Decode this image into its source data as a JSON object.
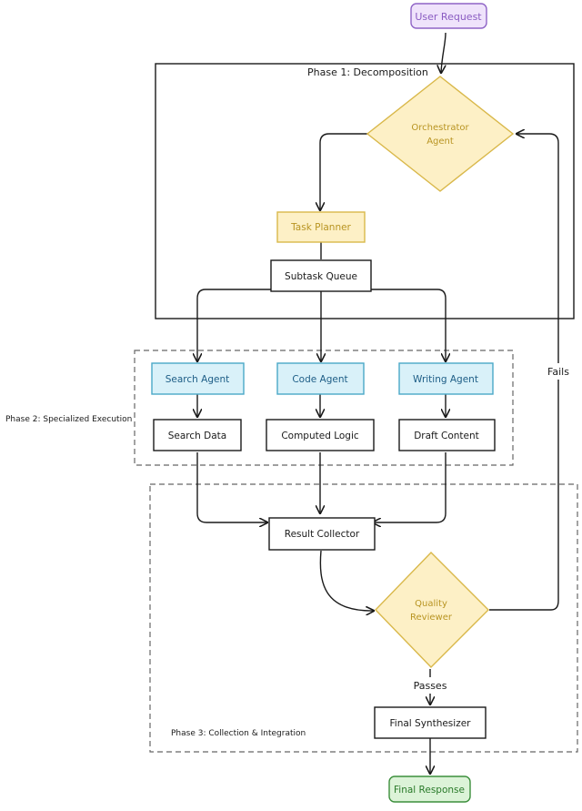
{
  "colors": {
    "purple_fill": "#efe3fb",
    "purple_stroke": "#8f64c6",
    "purple_text": "#8a5cc2",
    "gold_fill": "#fdf0c6",
    "gold_stroke": "#d9b84a",
    "gold_text": "#b89422",
    "blue_fill": "#d9f1f9",
    "blue_stroke": "#4aa8c8",
    "blue_text": "#1d5d86",
    "green_fill": "#dcf3d8",
    "green_stroke": "#3c8f3c",
    "green_text": "#2a7a2a",
    "ink": "#1a1a1a"
  },
  "phases": {
    "phase1": "Phase 1: Decomposition",
    "phase2": "Phase 2: Specialized Execution",
    "phase3": "Phase 3: Collection & Integration"
  },
  "nodes": {
    "user_request": "User Request",
    "orchestrator": [
      "Orchestrator",
      "Agent"
    ],
    "task_planner": "Task Planner",
    "subtask_queue": "Subtask Queue",
    "search_agent": "Search Agent",
    "code_agent": "Code Agent",
    "writing_agent": "Writing Agent",
    "search_data": "Search Data",
    "computed_logic": "Computed Logic",
    "draft_content": "Draft Content",
    "result_collector": "Result Collector",
    "quality_reviewer": [
      "Quality",
      "Reviewer"
    ],
    "final_synthesizer": "Final Synthesizer",
    "final_response": "Final Response"
  },
  "edge_labels": {
    "fails": "Fails",
    "passes": "Passes"
  }
}
